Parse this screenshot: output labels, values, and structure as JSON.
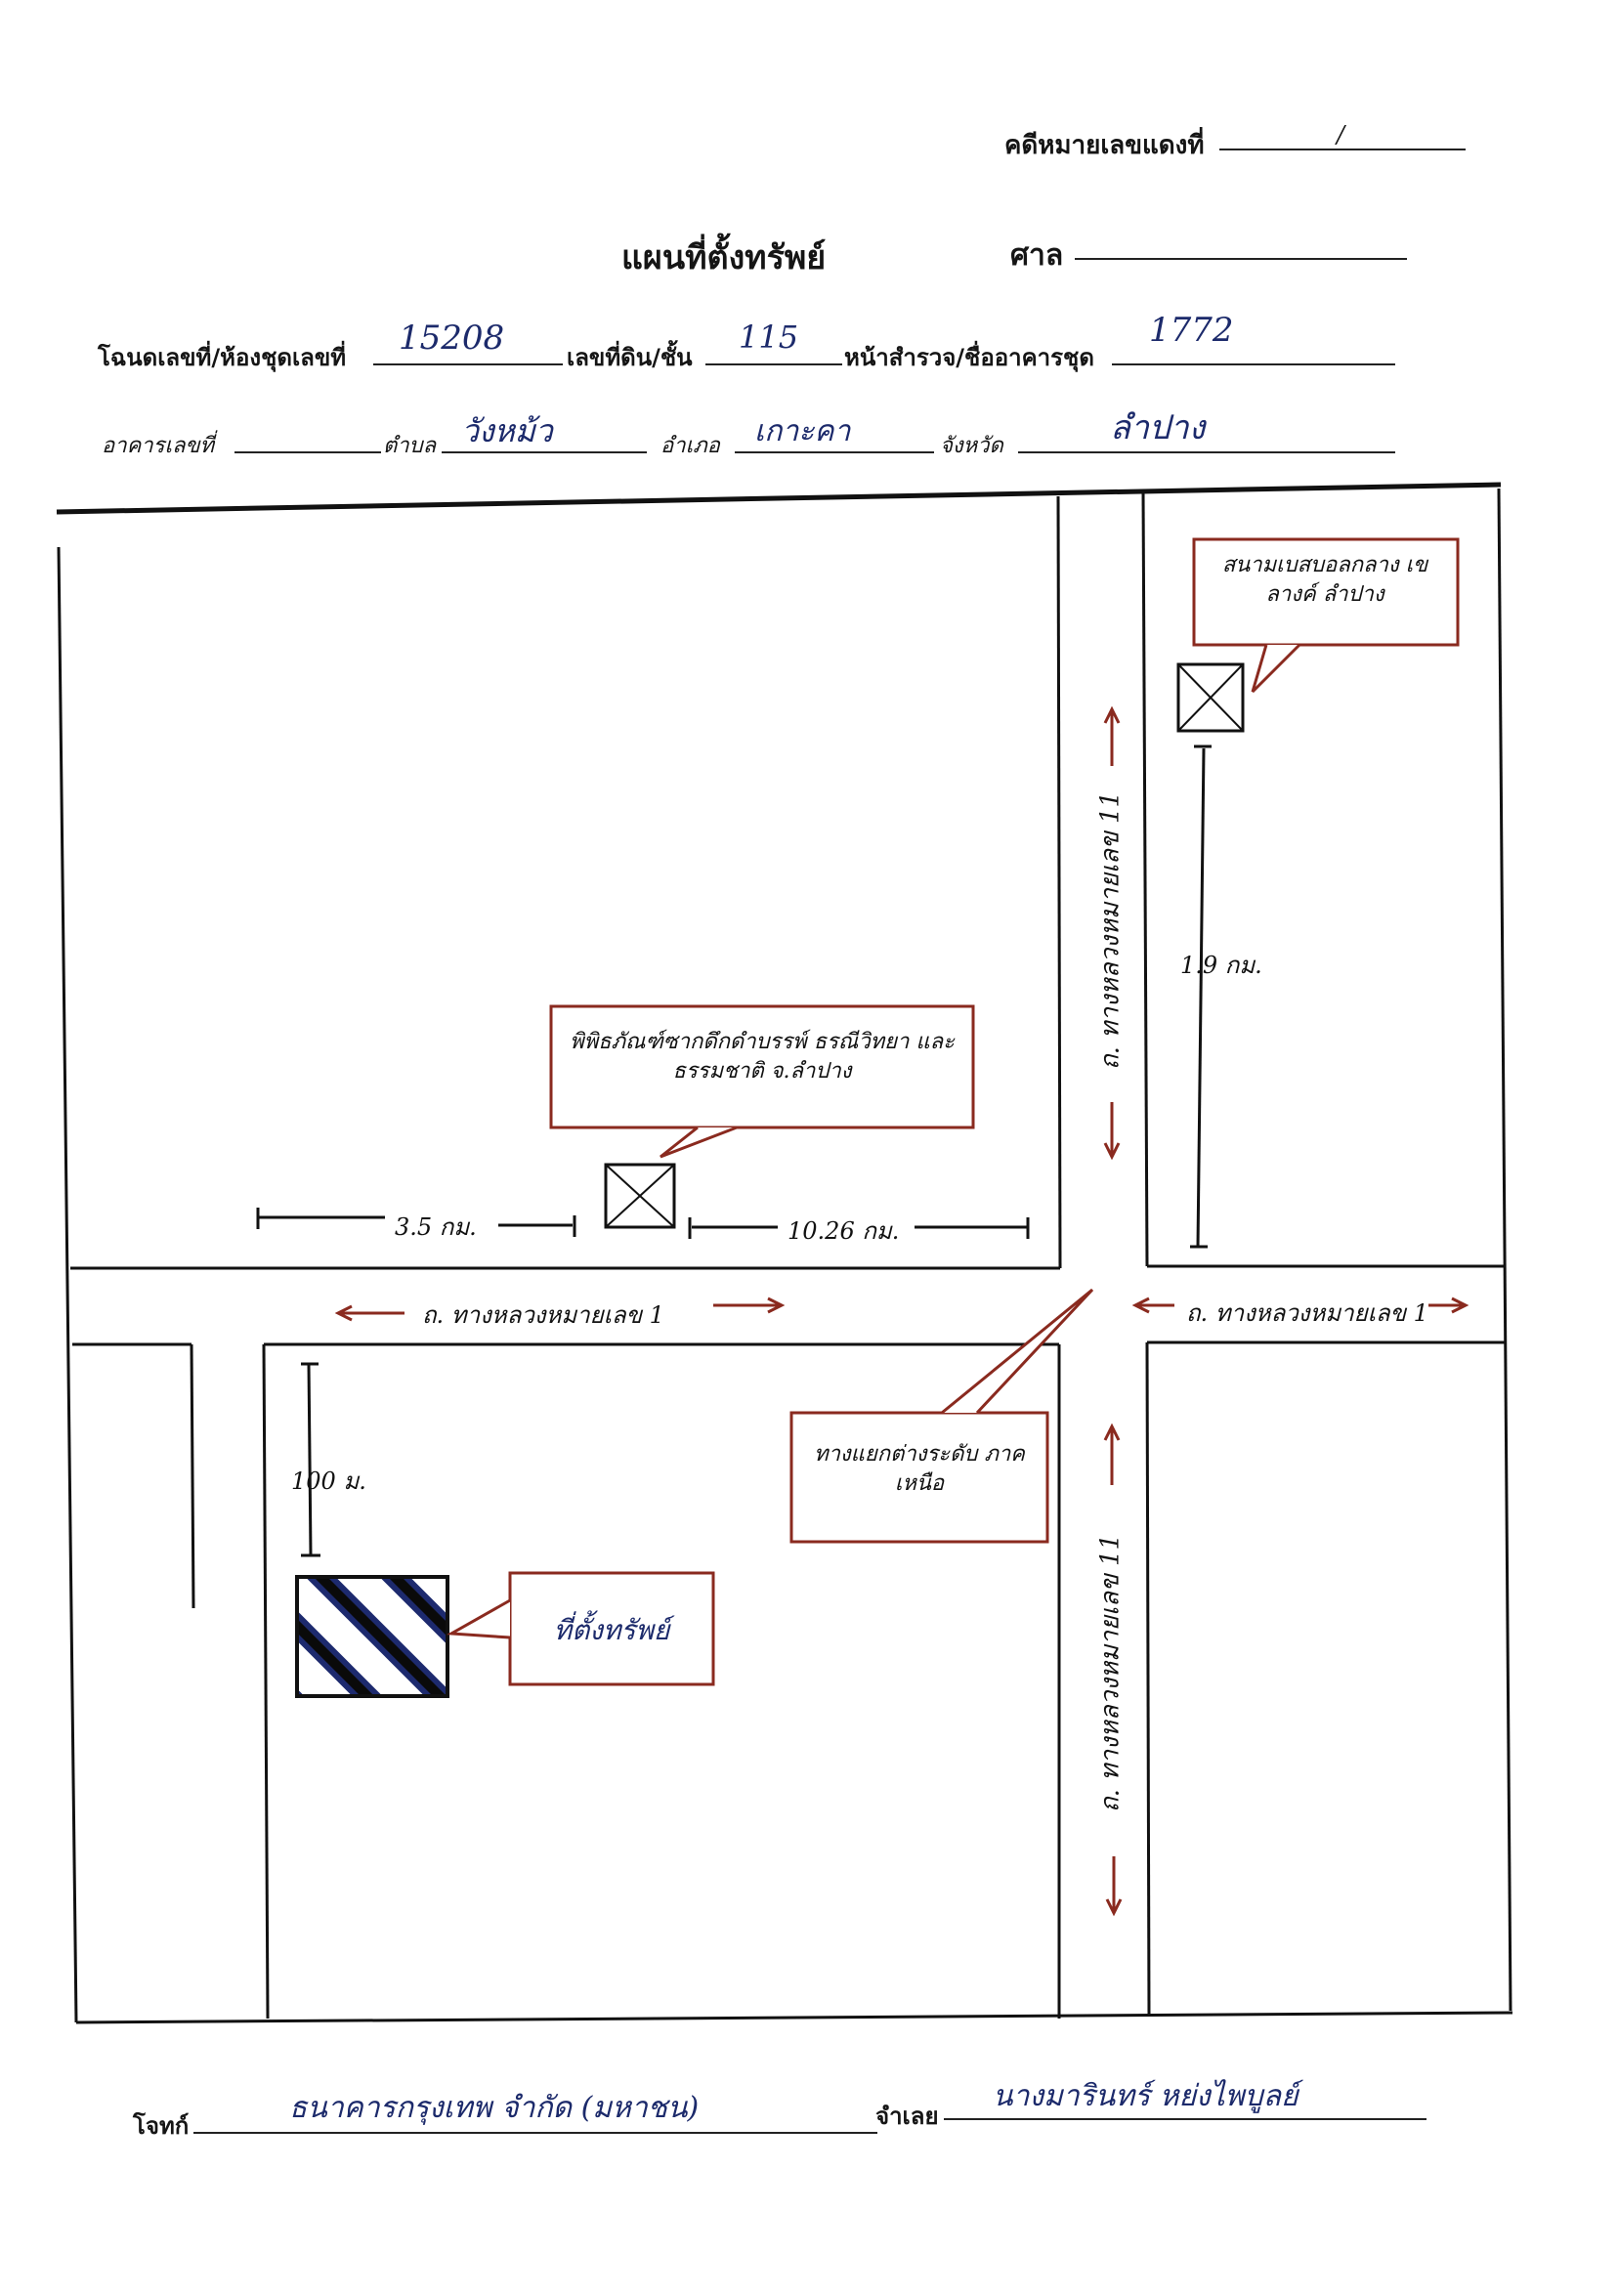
{
  "header": {
    "case_label": "คดีหมายเลขแดงที่",
    "case_value": "/",
    "title": "แผนที่ตั้งทรัพย์",
    "court_label": "ศาล",
    "court_value": ""
  },
  "deed_row": {
    "deed_label": "โฉนดเลขที่/ห้องชุดเลขที่",
    "deed_value": "15208",
    "land_no_label": "เลขที่ดิน/ชั้น",
    "land_no_value": "115",
    "survey_label": "หน้าสำรวจ/ชื่ออาคารชุด",
    "survey_value": "1772"
  },
  "location_row": {
    "building_label": "อาคารเลขที่",
    "building_value": "",
    "subdistrict_label": "ตำบล",
    "subdistrict_value": "วังหม้ว",
    "district_label": "อำเภอ",
    "district_value": "เกาะคา",
    "province_label": "จังหวัด",
    "province_value": "ลำปาง"
  },
  "map": {
    "road_vertical_label": "ถ. ทางหลวงหมายเลข 11",
    "road_horizontal_label": "ถ. ทางหลวงหมายเลข 1",
    "landmark_stadium": "สนามเบสบอลกลาง เขลางค์ ลำปาง",
    "landmark_museum": "พิพิธภัณฑ์ซากดึกดำบรรพ์ ธรณีวิทยา และธรรมชาติ จ.ลำปาง",
    "intersection_label": "ทางแยกต่างระดับ ภาคเหนือ",
    "property_label": "ที่ตั้งทรัพย์",
    "dist_vertical": "1.9 กม.",
    "dist_left": "3.5 กม.",
    "dist_right": "10.26 กม.",
    "dist_property": "100 ม."
  },
  "footer": {
    "plaintiff_label": "โจทก์",
    "plaintiff_value": "ธนาคารกรุงเทพ จำกัด (มหาชน)",
    "defendant_label": "จำเลย",
    "defendant_value": "นางมารินทร์ หย่งไพบูลย์"
  },
  "colors": {
    "ink_red": "#8a2a1f",
    "ink_black": "#111111",
    "hatch_blue": "#1d2a6e"
  }
}
